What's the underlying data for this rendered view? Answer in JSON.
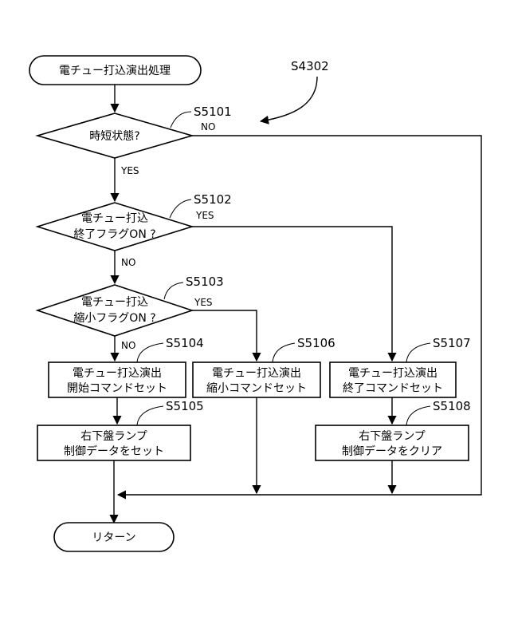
{
  "figure_ref": "S4302",
  "start": {
    "label": "電チュー打込演出処理"
  },
  "end": {
    "label": "リターン"
  },
  "decisions": [
    {
      "step": "S5101",
      "lines": [
        "時短状態?"
      ],
      "yes_label": "YES",
      "no_label": "NO"
    },
    {
      "step": "S5102",
      "lines": [
        "電チュー打込",
        "終了フラグON ?"
      ],
      "yes_label": "YES",
      "no_label": "NO"
    },
    {
      "step": "S5103",
      "lines": [
        "電チュー打込",
        "縮小フラグON ?"
      ],
      "yes_label": "YES",
      "no_label": "NO"
    }
  ],
  "processes": [
    {
      "step": "S5104",
      "lines": [
        "電チュー打込演出",
        "開始コマンドセット"
      ]
    },
    {
      "step": "S5105",
      "lines": [
        "右下盤ランプ",
        "制御データをセット"
      ]
    },
    {
      "step": "S5106",
      "lines": [
        "電チュー打込演出",
        "縮小コマンドセット"
      ]
    },
    {
      "step": "S5107",
      "lines": [
        "電チュー打込演出",
        "終了コマンドセット"
      ]
    },
    {
      "step": "S5108",
      "lines": [
        "右下盤ランプ",
        "制御データをクリア"
      ]
    }
  ]
}
